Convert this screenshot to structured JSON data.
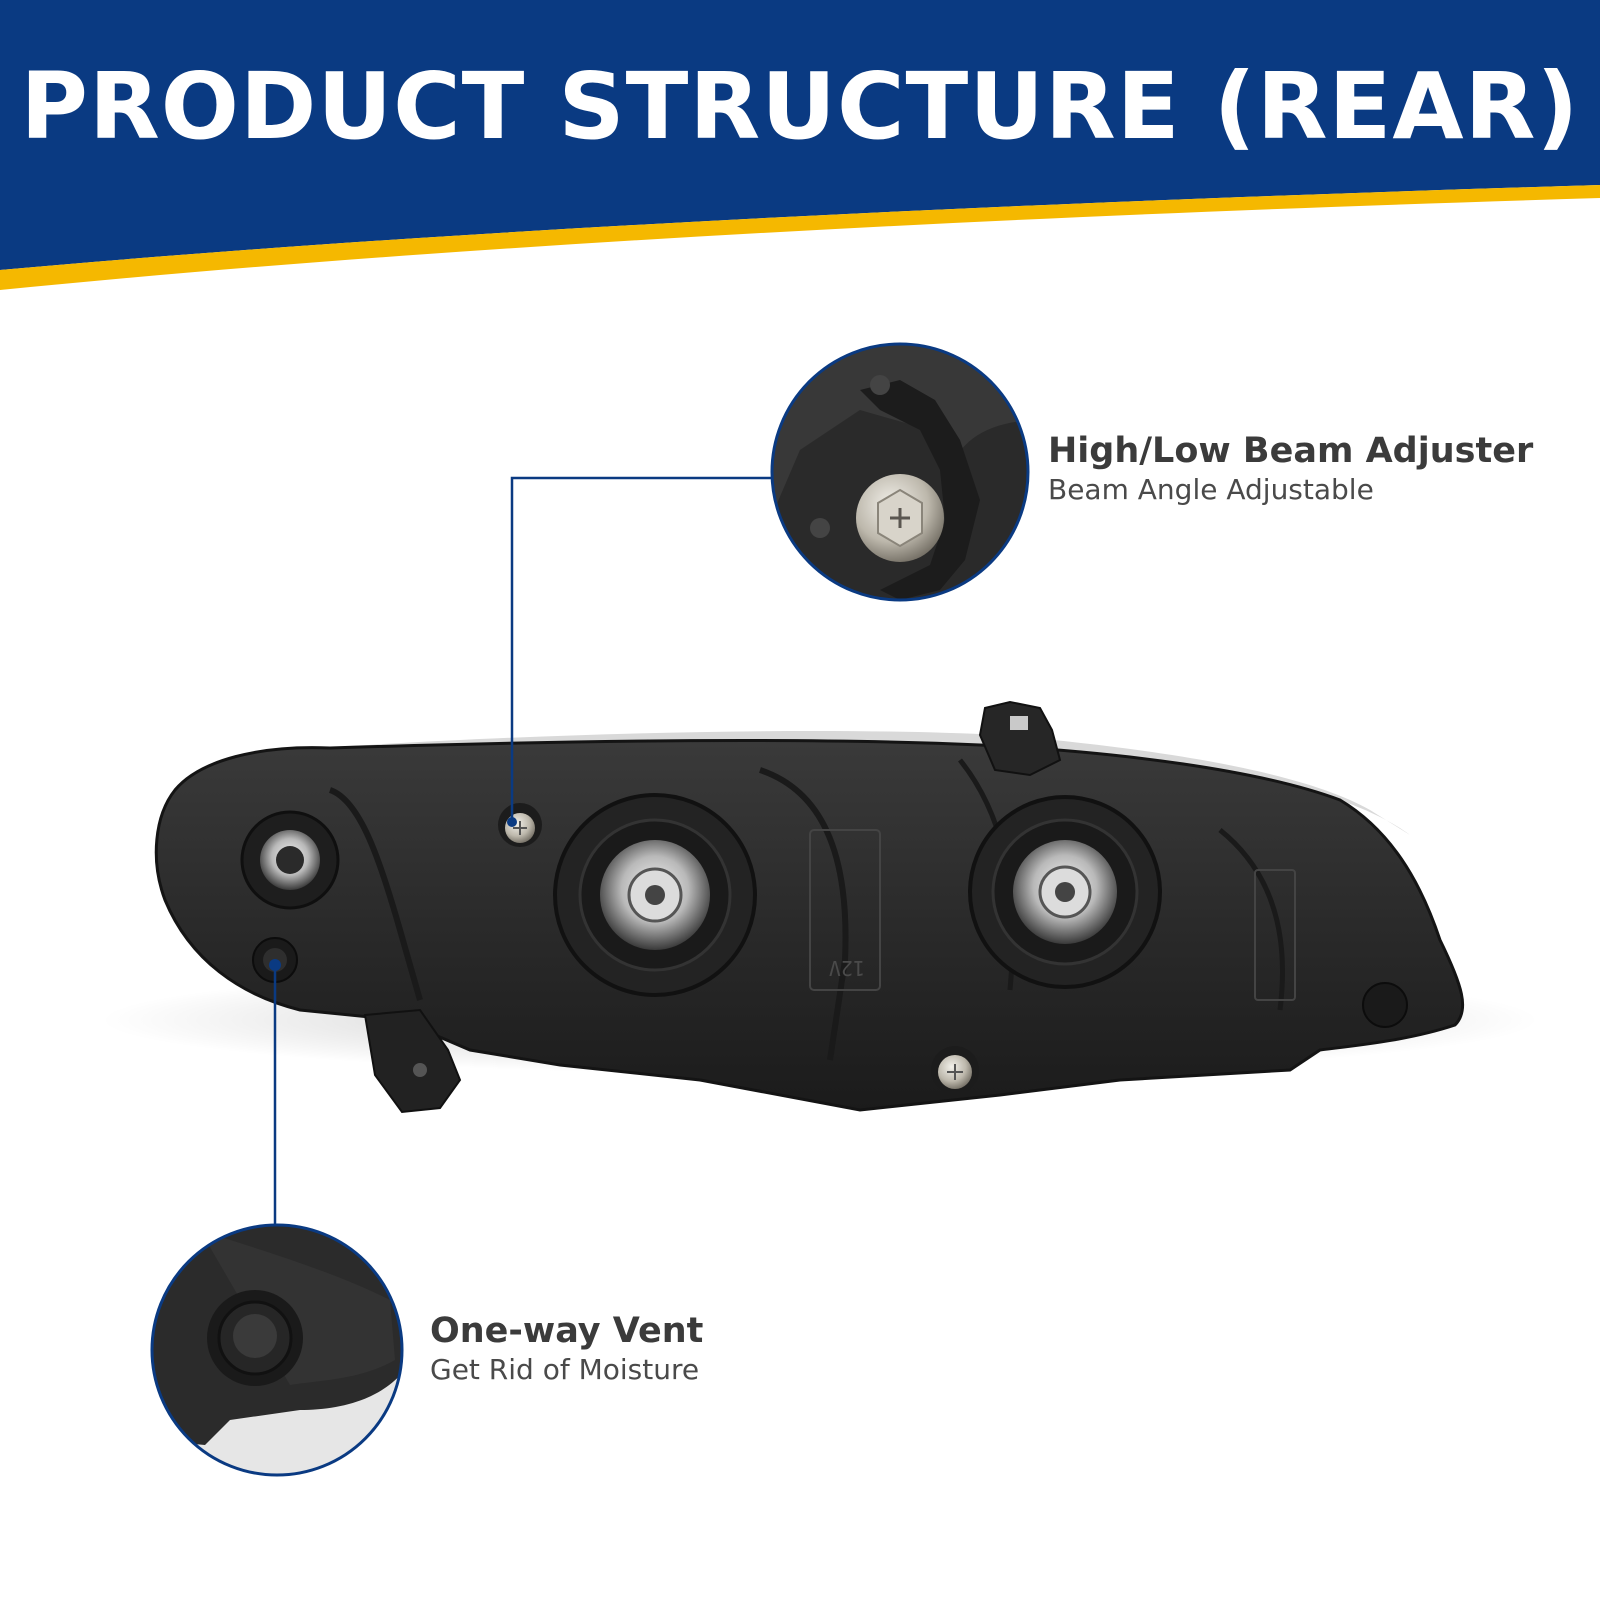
{
  "header": {
    "title": "PRODUCT STRUCTURE (REAR)",
    "colors": {
      "navy": "#0a3a82",
      "gold": "#f5b800"
    }
  },
  "callouts": [
    {
      "title": "High/Low Beam Adjuster",
      "subtitle": "Beam Angle Adjustable",
      "icon": "adjuster-screw-closeup"
    },
    {
      "title": "One-way Vent",
      "subtitle": "Get Rid of Moisture",
      "icon": "vent-cap-closeup"
    }
  ],
  "product": {
    "icon": "headlight-housing-rear",
    "stamp": "12V"
  }
}
